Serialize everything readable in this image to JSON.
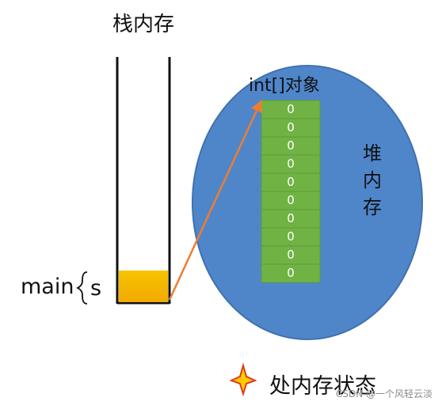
{
  "stack": {
    "title": "栈内存",
    "frame_label": "main",
    "variable_label": "s",
    "variable_color": "#f5b400"
  },
  "heap": {
    "char_1": "堆",
    "char_2": "内",
    "char_3": "存",
    "ellipse_color": "#4f86ca",
    "object_label": "int[]对象",
    "cells": [
      "0",
      "0",
      "0",
      "0",
      "0",
      "0",
      "0",
      "0",
      "0",
      "0"
    ],
    "cell_color": "#70b344"
  },
  "reference_arrow": {
    "color": "#ed7d31"
  },
  "legend": {
    "status_label": "处内存状态",
    "star_icon": "star-icon",
    "star_color": "#f36b21"
  },
  "watermark": "CSDN @一个风轻云淡"
}
